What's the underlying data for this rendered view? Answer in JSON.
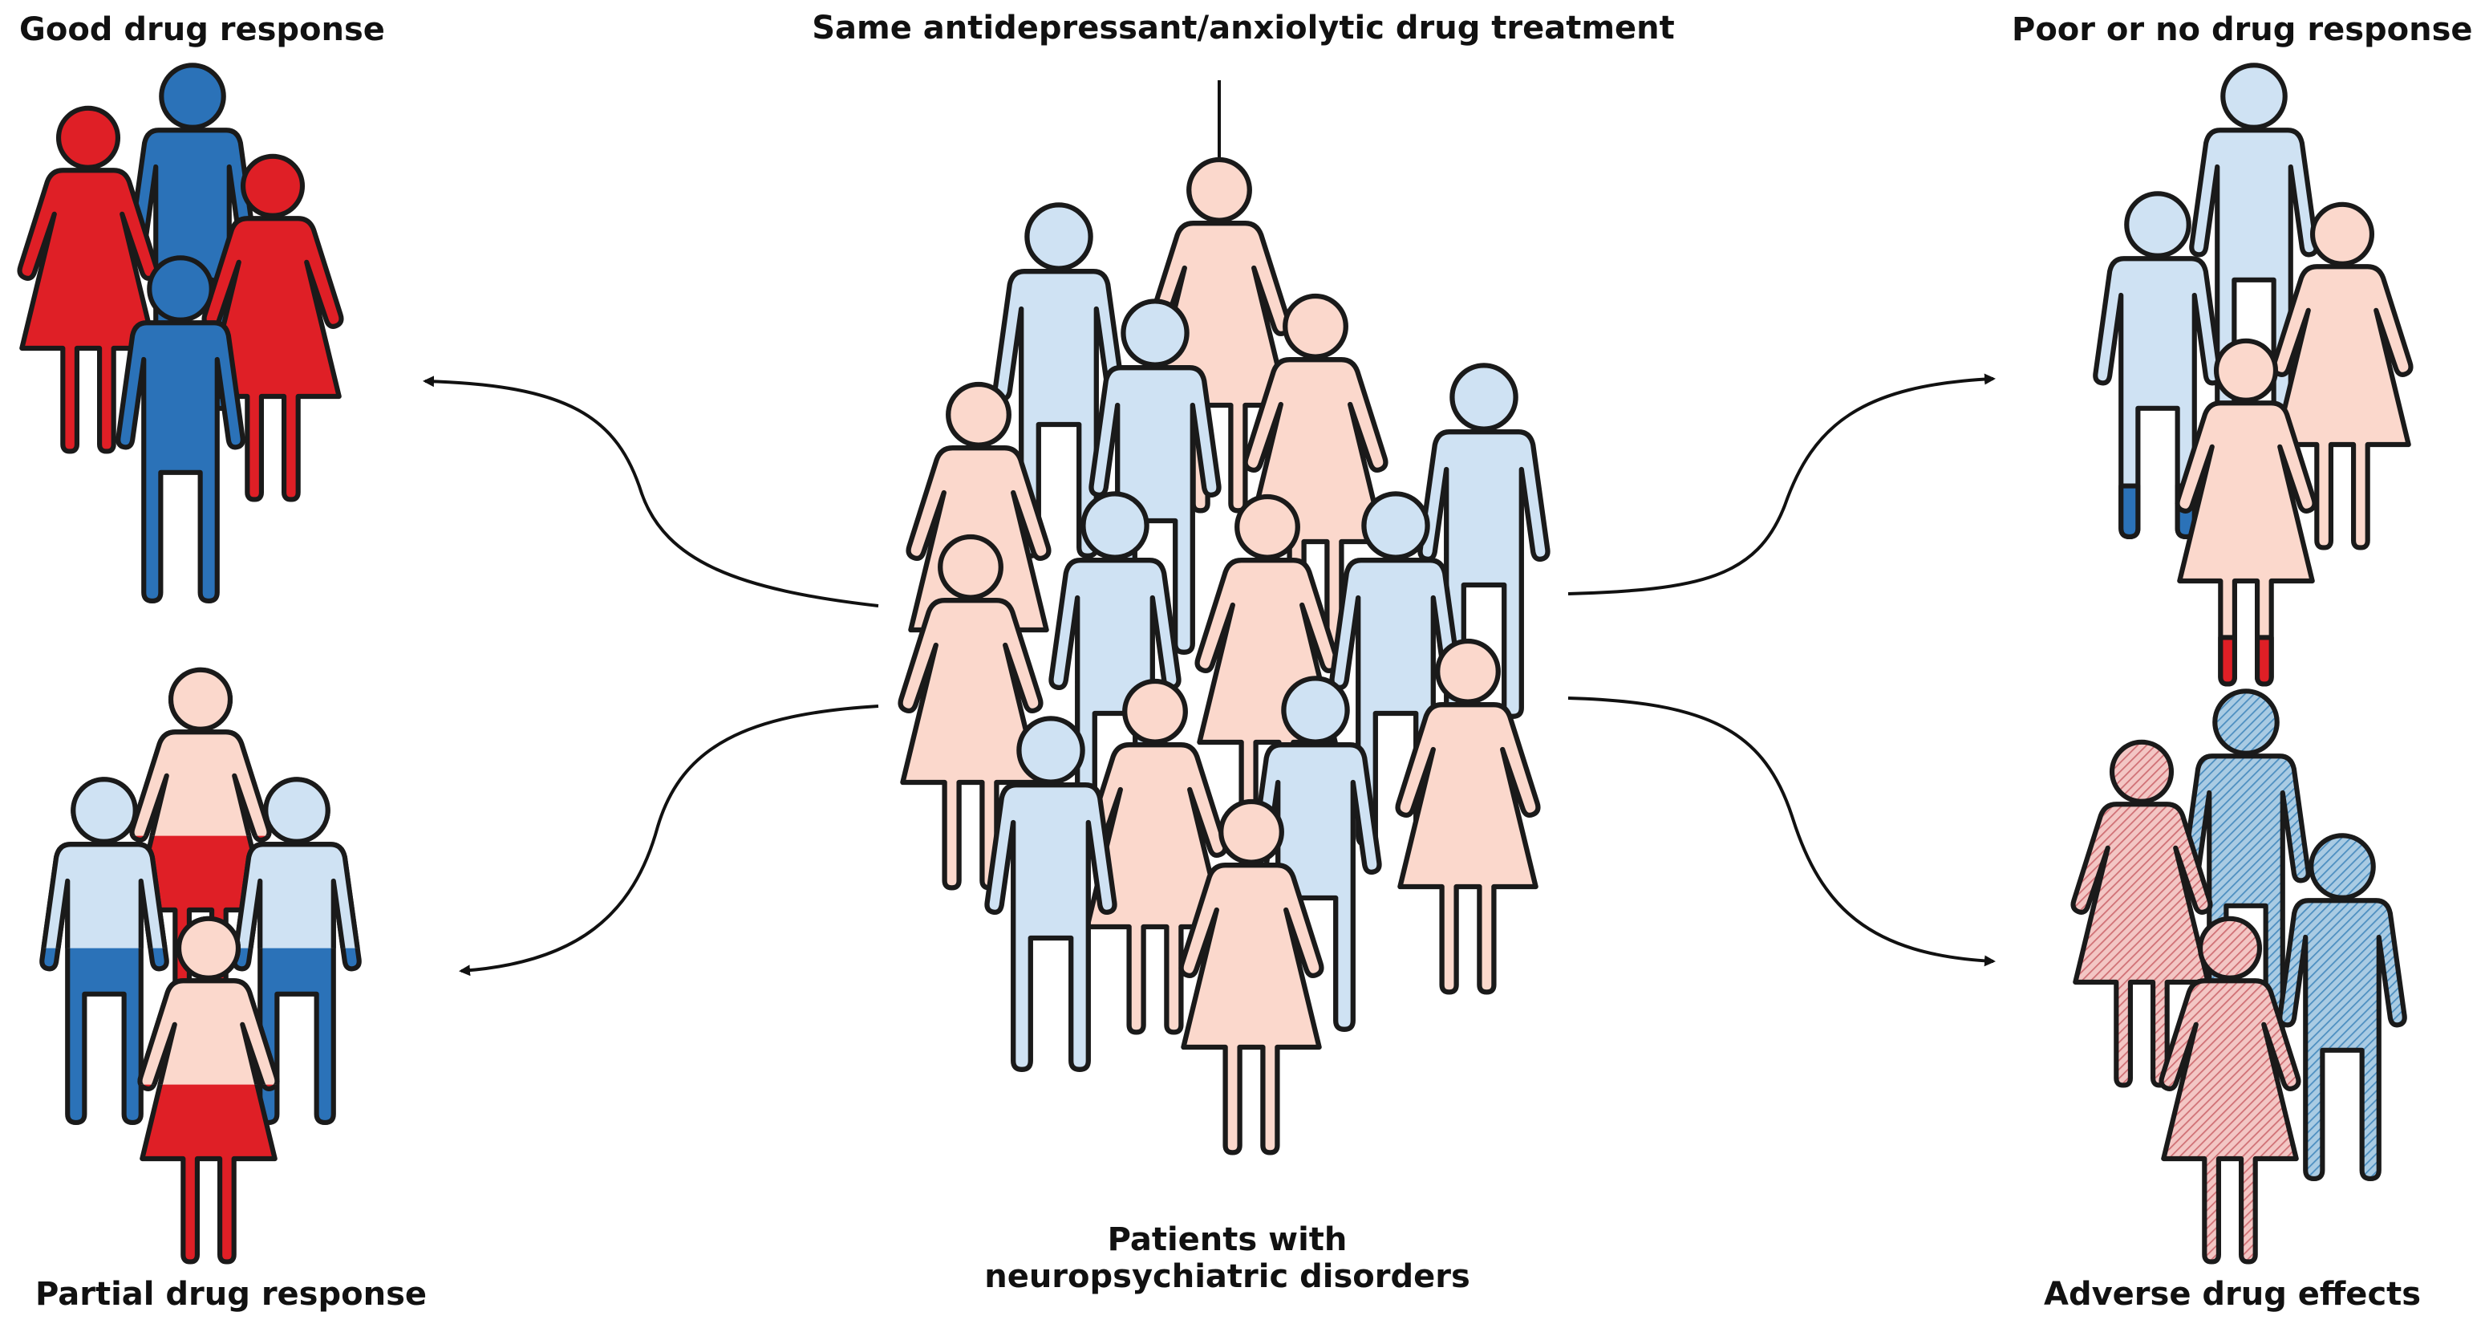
{
  "labels": {
    "treatment": "Same antidepressant/anxiolytic drug treatment",
    "good": "Good drug response",
    "poor": "Poor or no drug response",
    "partial": "Partial drug response",
    "adverse": "Adverse drug effects",
    "patients_line1": "Patients with",
    "patients_line2": "neuropsychiatric disorders"
  },
  "colors": {
    "light_blue": "#cfe2f3",
    "light_pink": "#fbd8cc",
    "blue": "#2b72b8",
    "red": "#df1f26",
    "outline": "#1a1a1a",
    "hatched_blue": "#6fa8cf",
    "hatched_red": "#d9868a"
  }
}
